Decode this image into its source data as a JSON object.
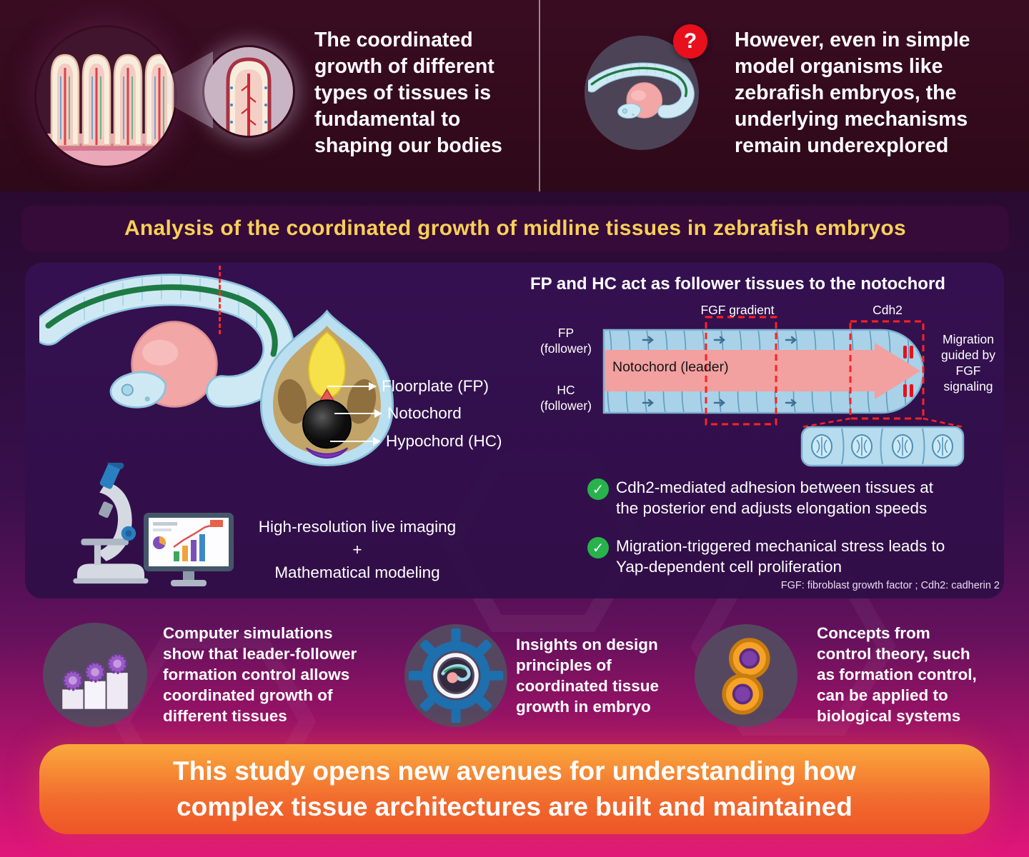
{
  "colors": {
    "accent_yellow": "#f8cf58",
    "banner_orange_top": "#faa93c",
    "banner_orange_bottom": "#ee5526",
    "check_green": "#27b24b",
    "dashed_red": "#ff2a2a",
    "question_red": "#e8101c",
    "panel_purple": "#341051"
  },
  "intro": {
    "left_text": "The coordinated\ngrowth of different\ntypes of tissues is\nfundamental to\nshaping our bodies",
    "question_badge": "?",
    "right_text": "However, even in simple\nmodel organisms like\nzebrafish embryos, the\nunderlying mechanisms\nremain underexplored"
  },
  "section_title": "Analysis of the coordinated growth of midline tissues in zebrafish embryos",
  "anatomy": {
    "floorplate": "Floorplate (FP)",
    "notochord": "Notochord",
    "hypochord": "Hypochord (HC)"
  },
  "methods": {
    "line1": "High-resolution live imaging",
    "plus": "+",
    "line2": "Mathematical modeling"
  },
  "follower_panel": {
    "heading": "FP and HC act as follower tissues to the notochord",
    "fgf_gradient": "FGF gradient",
    "cdh2": "Cdh2",
    "fp_follower": "FP\n(follower)",
    "hc_follower": "HC\n(follower)",
    "notochord_leader": "Notochord (leader)",
    "migration": "Migration\nguided by\nFGF\nsignaling",
    "check_glyph": "✓",
    "bullet1": "Cdh2-mediated adhesion between tissues at\nthe posterior end adjusts elongation speeds",
    "bullet2": "Migration-triggered mechanical stress leads to\nYap-dependent cell proliferation",
    "footnote": "FGF: fibroblast growth factor ; Cdh2: cadherin 2"
  },
  "implications": [
    "Computer simulations\nshow that leader-follower\nformation control allows\ncoordinated growth of\ndifferent tissues",
    "Insights on design\nprinciples of\ncoordinated tissue\ngrowth in embryo",
    "Concepts from\ncontrol theory, such\nas formation control,\ncan be applied to\nbiological systems"
  ],
  "conclusion": "This study opens new avenues for understanding how\ncomplex tissue architectures are built and maintained"
}
